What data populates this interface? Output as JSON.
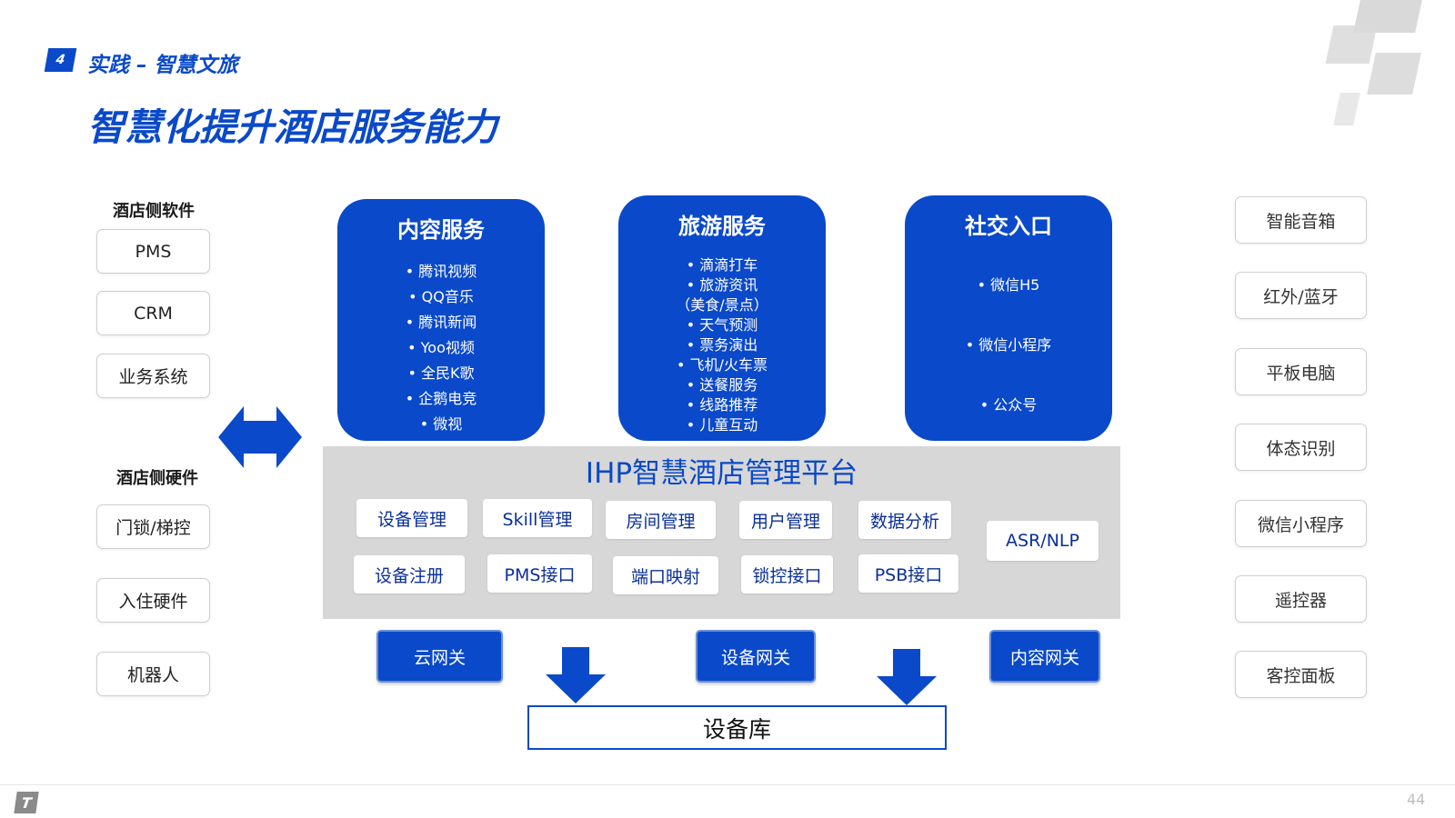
{
  "header": {
    "section_number": "4",
    "section_title": "实践 – 智慧文旅",
    "page_title": "智慧化提升酒店服务能力"
  },
  "left": {
    "software_label": "酒店侧软件",
    "software": [
      "PMS",
      "CRM",
      "业务系统"
    ],
    "hardware_label": "酒店侧硬件",
    "hardware": [
      "门锁/梯控",
      "入住硬件",
      "机器人"
    ]
  },
  "services": [
    {
      "title": "内容服务",
      "items": [
        "•   腾讯视频",
        "•   QQ音乐",
        "•   腾讯新闻",
        "•   Yoo视频",
        "•   全民K歌",
        "•   企鹅电竞",
        "•   微视"
      ]
    },
    {
      "title": "旅游服务",
      "items": [
        "• 滴滴打车",
        "• 旅游资讯",
        "（美食/景点）",
        "• 天气预测",
        "• 票务演出",
        "• 飞机/火车票",
        "• 送餐服务",
        "• 线路推荐",
        "• 儿童互动"
      ]
    },
    {
      "title": "社交入口",
      "items": [
        "• 微信H5",
        "• 微信小程序",
        "• 公众号"
      ]
    }
  ],
  "platform": {
    "title": "IHP智慧酒店管理平台",
    "modules_row1": [
      "设备管理",
      "Skill管理",
      "房间管理",
      "用户管理",
      "数据分析"
    ],
    "modules_row2": [
      "设备注册",
      "PMS接口",
      "端口映射",
      "锁控接口",
      "PSB接口"
    ],
    "asr": "ASR/NLP"
  },
  "gateways": [
    "云网关",
    "设备网关",
    "内容网关"
  ],
  "repository": "设备库",
  "right_devices": [
    "智能音箱",
    "红外/蓝牙",
    "平板电脑",
    "体态识别",
    "微信小程序",
    "遥控器",
    "客控面板"
  ],
  "footer": {
    "page_number": "44",
    "logo_glyph": "T"
  },
  "colors": {
    "brand_blue": "#0a49c9",
    "platform_gray": "#d7d7d7",
    "border_gray": "#cfcfcf"
  }
}
